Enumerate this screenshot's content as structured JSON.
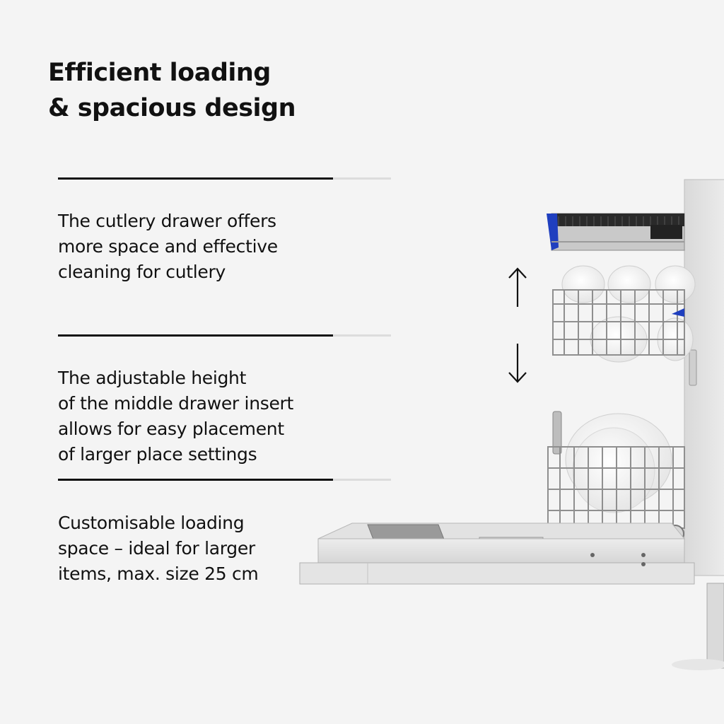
{
  "heading": {
    "line1": "Efficient loading",
    "line2": "& spacious design"
  },
  "features": [
    {
      "lines": [
        "The cutlery drawer offers",
        "more space and effective",
        "cleaning for cutlery"
      ]
    },
    {
      "lines": [
        "The adjustable height",
        "of the middle drawer insert",
        "allows for easy placement",
        "of larger place settings"
      ]
    },
    {
      "lines": [
        "Customisable loading",
        "space – ideal for larger",
        "items, max. size 25 cm"
      ]
    }
  ],
  "icons": {
    "up": "arrow-up-icon",
    "down": "arrow-down-icon"
  },
  "colors": {
    "background": "#f4f4f4",
    "text": "#111111",
    "divider_track": "#dcdcdc",
    "accent_blue": "#1f3fbf"
  }
}
